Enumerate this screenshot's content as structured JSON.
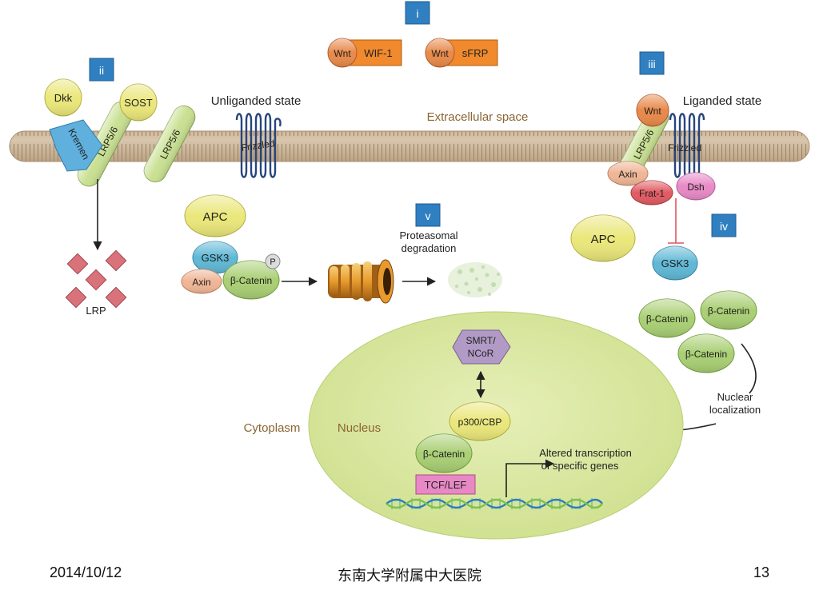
{
  "diagram": {
    "section_labels": {
      "i": "i",
      "ii": "ii",
      "iii": "iii",
      "iv": "iv",
      "v": "v"
    },
    "inhibitors": {
      "wnt": "Wnt",
      "wif1": "WIF-1",
      "sfrp": "sFRP"
    },
    "states": {
      "unliganded": "Unliganded state",
      "liganded": "Liganded state",
      "extracellular": "Extracellular space",
      "cytoplasm": "Cytoplasm",
      "nucleus": "Nucleus"
    },
    "proteins": {
      "dkk": "Dkk",
      "kremen": "Kremen",
      "lrp56": "LRP5/6",
      "sost": "SOST",
      "frizzled": "Frizzled",
      "wnt": "Wnt",
      "axin": "Axin",
      "frat1": "Frat-1",
      "dsh": "Dsh",
      "apc": "APC",
      "gsk3": "GSK3",
      "beta_catenin": "β-Catenin",
      "phospho": "P",
      "lrp": "LRP",
      "smrt_line1": "SMRT/",
      "smrt_line2": "NCoR",
      "p300": "p300/CBP",
      "tcf": "TCF/LEF"
    },
    "annotations": {
      "proteasomal_line1": "Proteasomal",
      "proteasomal_line2": "degradation",
      "nuclear_line1": "Nuclear",
      "nuclear_line2": "localization",
      "transcription_line1": "Altered transcription",
      "transcription_line2": "of specific genes"
    }
  },
  "footer": {
    "date": "2014/10/12",
    "institution": "东南大学附属中大医院",
    "page": "13"
  },
  "colors": {
    "box_blue": "#2f7fc1",
    "membrane": "#c2ab8e",
    "orange": "#f08a2c",
    "wnt": "#e8894a",
    "yellow": "#eae77a",
    "green_oval": "#a9cf74",
    "teal": "#5fb8d5",
    "salmon": "#efb596",
    "red": "#e15a62",
    "pink": "#e889c6",
    "lavender": "#b29ac6",
    "nucleus_fill": "#dce9a3",
    "lrp_red": "#d9727a",
    "frizzled": "#27457e",
    "brown_text": "#8b6532"
  }
}
